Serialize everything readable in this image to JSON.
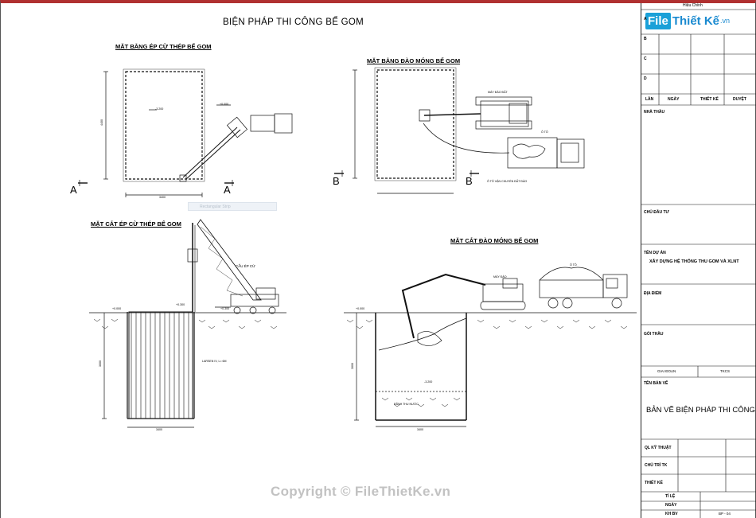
{
  "drawing": {
    "title": "BIỆN PHÁP THI CÔNG BỂ GOM",
    "views": {
      "plan_sheet": "MẶT BẰNG ÉP CỪ THÉP BỂ GOM",
      "plan_excavation": "MẶT BẰNG ĐÀO MÓNG BỂ GOM",
      "section_sheet": "MẶT CẮT ÉP CỪ THÉP BỂ GOM",
      "section_excavation": "MẶT CẮT ĐÀO MÓNG BỂ GOM"
    },
    "section_marks": {
      "a_left": "A",
      "a_right": "A",
      "b_left": "B",
      "b_right": "B"
    },
    "labels": {
      "elev_plan": "-3.200",
      "elev_crane": "+0.000",
      "dim_width": "3400",
      "dim_height": "4400",
      "excavator": "MÁY ĐÀO ĐẤT",
      "truck": "Ô TÔ",
      "truck_note": "Ô TÔ VẬN CHUYỂN ĐẤT ĐÀO",
      "crane_note": "CẨU ÉP CỪ",
      "elev_ground": "+0.000",
      "elev_ground2": "+0.300",
      "elev_crane2": "+0.300",
      "sheet_pile": "LARSEN IV, L= 6M",
      "dim_depth": "3000",
      "dim_bottom": "3400",
      "excavator2": "MÁY ĐÀO",
      "truck2": "Ô TÔ",
      "elev_ex_left": "+0.000",
      "elev_ex_bottom": "-3.200",
      "drain": "RÃNH THU NƯỚC",
      "dim_ex_depth": "3000",
      "dim_ex_bottom": "3400"
    }
  },
  "title_block": {
    "revision_header": "Hiệu Chỉnh",
    "rows": [
      "A",
      "B",
      "C",
      "D"
    ],
    "cols": [
      "LẦN",
      "NGÀY",
      "THIẾT KẾ",
      "DUYỆT"
    ],
    "contractor": "NHÀ THẦU",
    "investor": "CHỦ ĐẦU TƯ",
    "project_label": "TÊN DỰ ÁN",
    "project_name": "XÂY DỰNG HỆ THỐNG THU GOM VÀ XLNT",
    "location": "ĐỊA ĐIỂM",
    "package": "GÓI THẦU",
    "phase": "GIAI ĐOẠN",
    "phase_value": "TKCS",
    "drawing_name_label": "TÊN BẢN VẼ",
    "drawing_name": "BẢN VẼ  BIỆN PHÁP THI CÔNG",
    "sign_rows": [
      "QL KỸ THUẬT",
      "CHỦ TRÌ TK",
      "THIẾT KẾ"
    ],
    "scale": "TỈ LỆ",
    "date": "NGÀY",
    "sheet": "KH BV",
    "sheet_value": "BP - 04"
  },
  "logo": {
    "box": "File",
    "text": "Thiết Kế",
    "suffix": ".vn"
  },
  "tooltip": "Rectangular Strip",
  "watermark": "Copyright © FileThietKe.vn",
  "colors": {
    "frame_top": "#b03030",
    "logo": "#1aa0d8",
    "line": "#111111"
  }
}
